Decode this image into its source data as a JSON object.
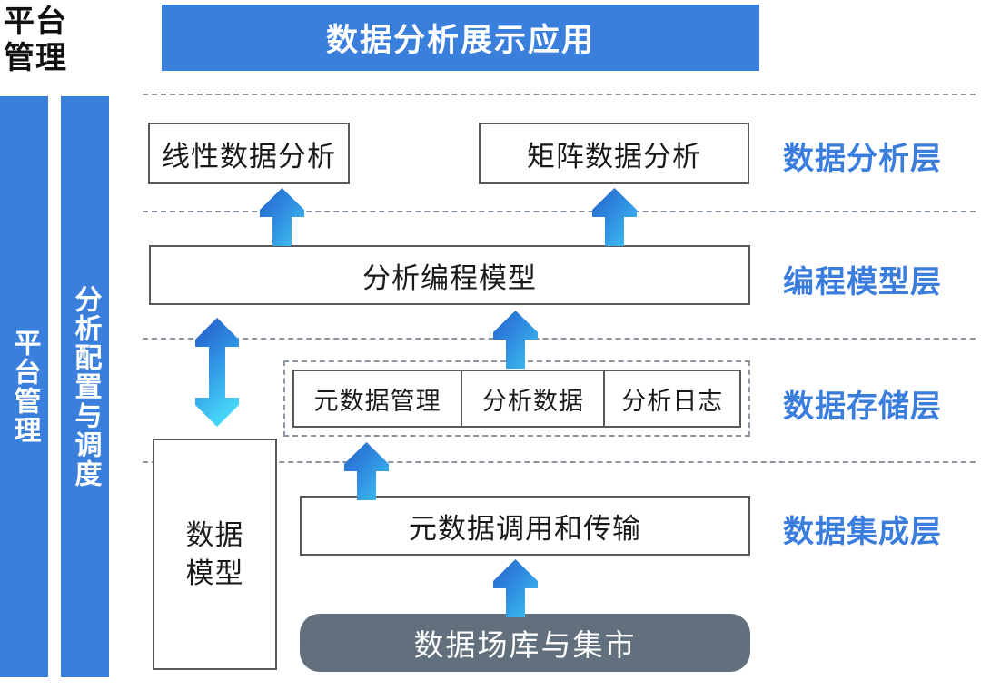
{
  "platform": {
    "title": "平台\n管理",
    "title_line1": "平台",
    "title_line2": "管理",
    "bars": [
      {
        "name": "platform-management",
        "label": "平台管理"
      },
      {
        "name": "analysis-config-scheduling",
        "label": "分析配置与调度"
      }
    ]
  },
  "header": {
    "title": "数据分析展示应用",
    "bg_color": "#3a7fdc",
    "text_color": "#ffffff"
  },
  "layers": [
    {
      "name": "analysis-layer",
      "label": "数据分析层"
    },
    {
      "name": "programming-model-layer",
      "label": "编程模型层"
    },
    {
      "name": "data-storage-layer",
      "label": "数据存储层"
    },
    {
      "name": "data-integration-layer",
      "label": "数据集成层"
    }
  ],
  "analysis_layer": {
    "boxes": [
      {
        "name": "linear-data-analysis",
        "label": "线性数据分析"
      },
      {
        "name": "matrix-data-analysis",
        "label": "矩阵数据分析"
      }
    ]
  },
  "programming_layer": {
    "box": {
      "name": "analysis-programming-model",
      "label": "分析编程模型"
    }
  },
  "storage_layer": {
    "cells": [
      {
        "name": "metadata-management",
        "label": "元数据管理"
      },
      {
        "name": "analysis-data",
        "label": "分析数据"
      },
      {
        "name": "analysis-log",
        "label": "分析日志"
      }
    ]
  },
  "integration_layer": {
    "box": {
      "name": "metadata-invoke-transfer",
      "label": "元数据调用和传输"
    }
  },
  "data_model": {
    "name": "data-model",
    "label_line1": "数据",
    "label_line2": "模型"
  },
  "warehouse": {
    "name": "data-warehouse-and-mart",
    "label": "数据场库与集市",
    "bg_color": "#61707c",
    "text_color": "#ffffff"
  },
  "arrows": [
    {
      "name": "arrow-up-to-linear-analysis",
      "direction": "up"
    },
    {
      "name": "arrow-up-to-matrix-analysis",
      "direction": "up"
    },
    {
      "name": "arrow-up-storage-to-programming-model",
      "direction": "up"
    },
    {
      "name": "arrow-up-integration-to-storage",
      "direction": "up"
    },
    {
      "name": "arrow-up-warehouse-to-integration",
      "direction": "up"
    },
    {
      "name": "arrow-double-data-model",
      "direction": "up-down"
    }
  ],
  "colors": {
    "brand_blue": "#3a7fdc",
    "layer_label_blue": "#3b7ddd",
    "arrow_gradient_start": "#2563c8",
    "arrow_gradient_end": "#3dc9f0",
    "separator_gray": "#8c96a3",
    "box_border": "#595959",
    "warehouse_gray": "#61707c"
  }
}
